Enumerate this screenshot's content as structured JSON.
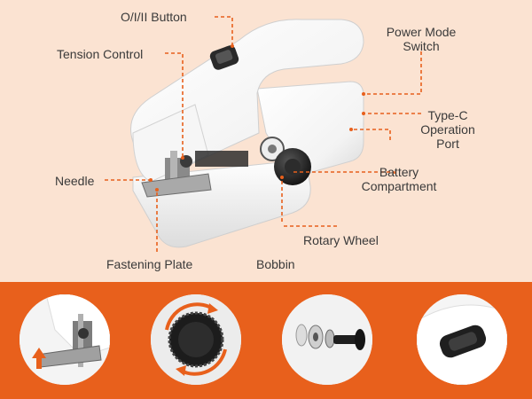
{
  "colors": {
    "accent": "#e8601c",
    "background": "#fbe3d2",
    "text": "#3a3a3a",
    "band": "#e8601c",
    "device": "#ffffff"
  },
  "labels": {
    "oii_button": "O/I/II Button",
    "tension_control": "Tension Control",
    "power_mode_switch_line1": "Power Mode",
    "power_mode_switch_line2": "Switch",
    "type_c_line1": "Type-C",
    "type_c_line2": "Operation",
    "type_c_line3": "Port",
    "battery_line1": "Battery",
    "battery_line2": "Compartment",
    "needle": "Needle",
    "rotary_wheel": "Rotary Wheel",
    "fastening_plate": "Fastening Plate",
    "bobbin": "Bobbin"
  },
  "detail_bubbles": [
    {
      "depicts": "needle-and-presser-foot"
    },
    {
      "depicts": "rotary-wheel-with-arrows"
    },
    {
      "depicts": "bobbin-parts-exploded"
    },
    {
      "depicts": "power-switch-closeup"
    }
  ]
}
